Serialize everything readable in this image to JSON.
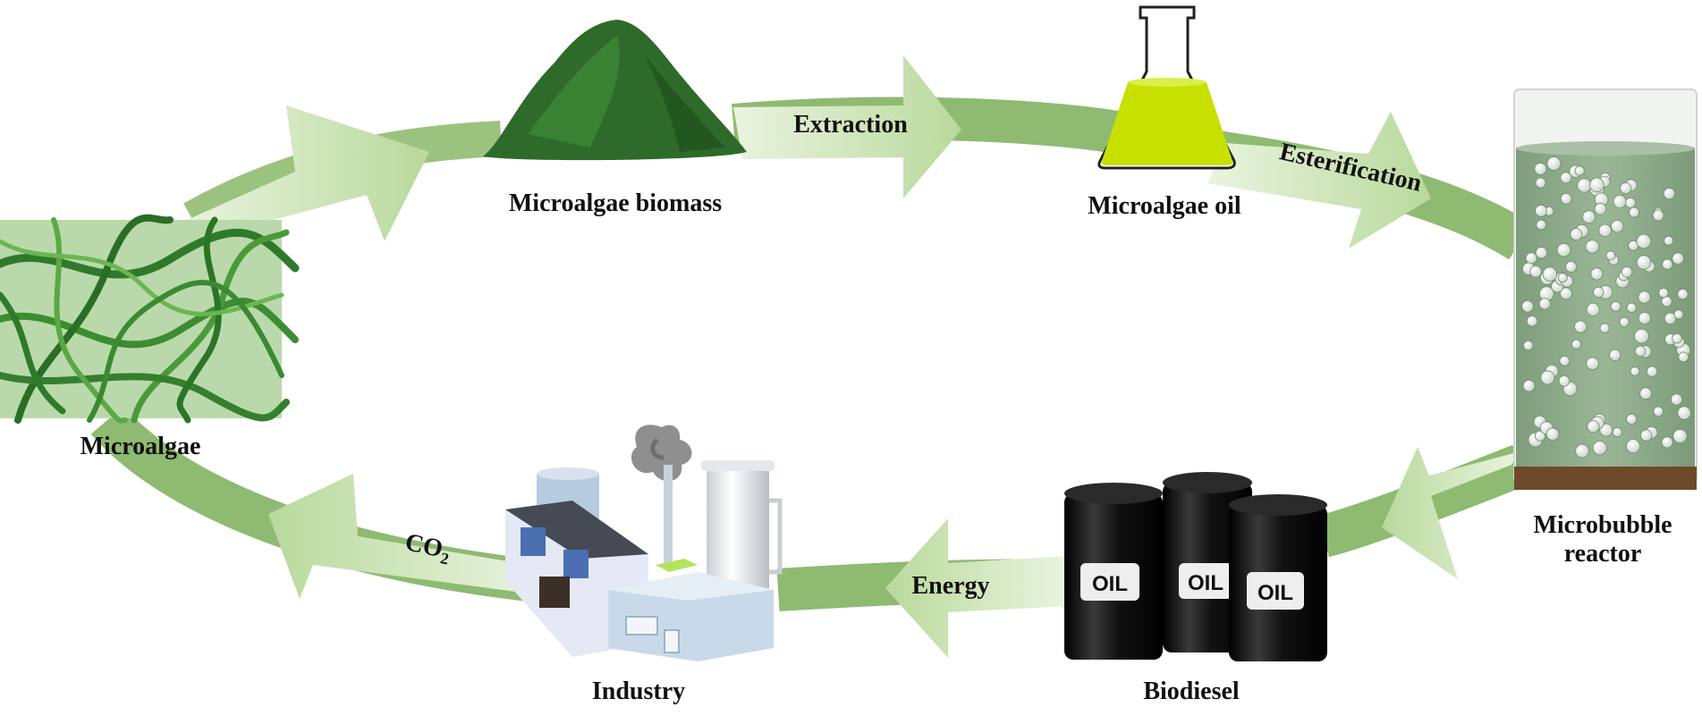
{
  "diagram": {
    "nodes": {
      "microalgae": "Microalgae",
      "biomass": "Microalgae biomass",
      "oil": "Microalgae oil",
      "reactor_line1": "Microbubble",
      "reactor_line2": "reactor",
      "biodiesel": "Biodiesel",
      "industry": "Industry"
    },
    "steps": {
      "extraction": "Extraction",
      "esterification": "Esterification",
      "energy": "Energy",
      "co2_main": "CO",
      "co2_sub": "2"
    },
    "barrel_text": "OIL",
    "colors": {
      "ring": "#8fba72",
      "arrow_light": "#cfe6b8",
      "biomass": "#2e6b2a",
      "oil": "#c8e000",
      "reactor_liquid": "#8da98a",
      "barrel": "#151515"
    }
  }
}
